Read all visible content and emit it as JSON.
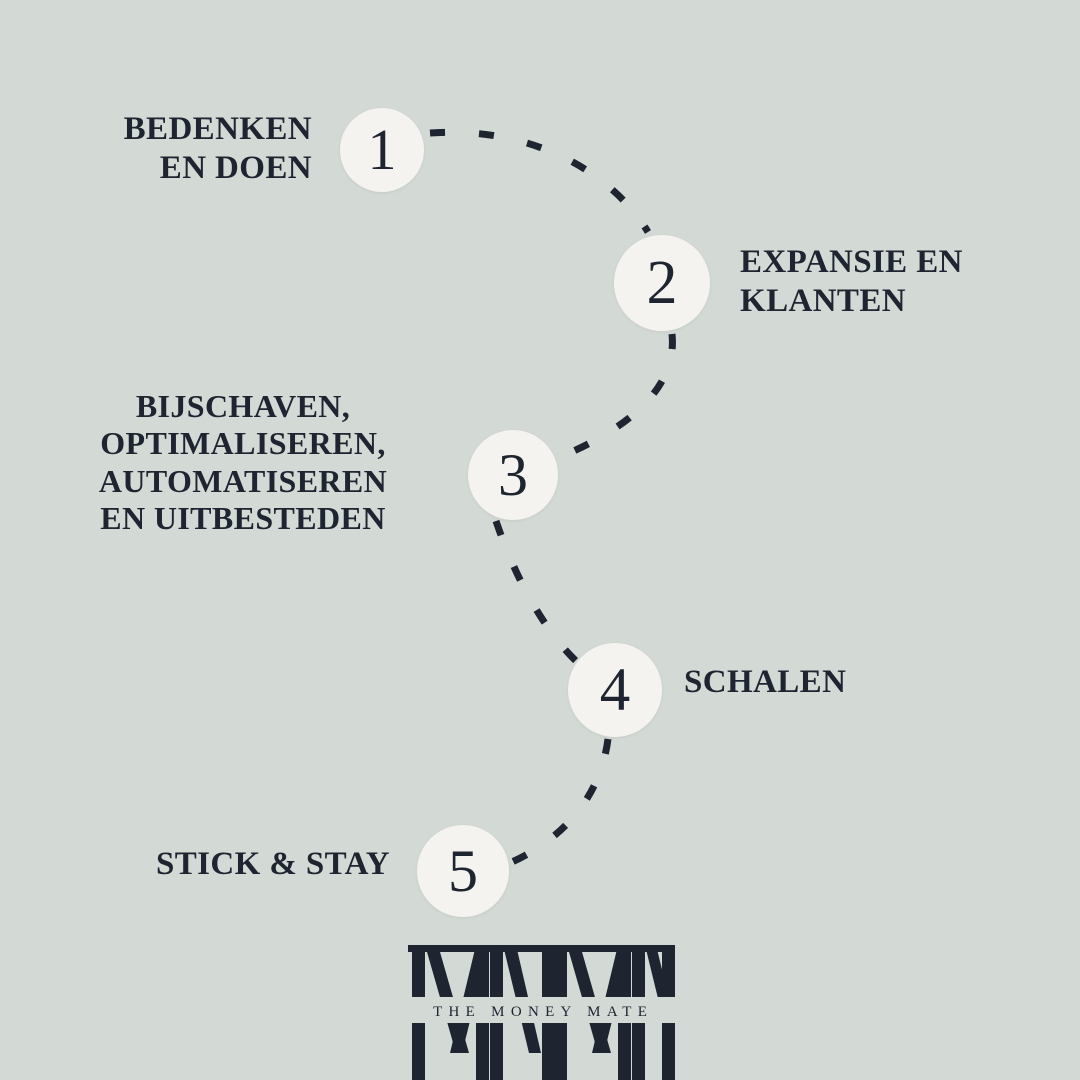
{
  "theme": {
    "background_color": "#d3d9d5",
    "node_fill_color": "#f4f3ef",
    "ink_color": "#1e2430"
  },
  "steps": [
    {
      "number": "1",
      "label": "BEDENKEN\nEN DOEN",
      "label_side": "left"
    },
    {
      "number": "2",
      "label": "EXPANSIE EN\nKLANTEN",
      "label_side": "right"
    },
    {
      "number": "3",
      "label": "BIJSCHAVEN,\nOPTIMALISEREN,\nAUTOMATISEREN\nEN UITBESTEDEN",
      "label_side": "left"
    },
    {
      "number": "4",
      "label": "SCHALEN",
      "label_side": "right"
    },
    {
      "number": "5",
      "label": "STICK & STAY",
      "label_side": "left"
    }
  ],
  "logo": {
    "monogram": "MM",
    "wordmark": "THE MONEY MATE"
  }
}
